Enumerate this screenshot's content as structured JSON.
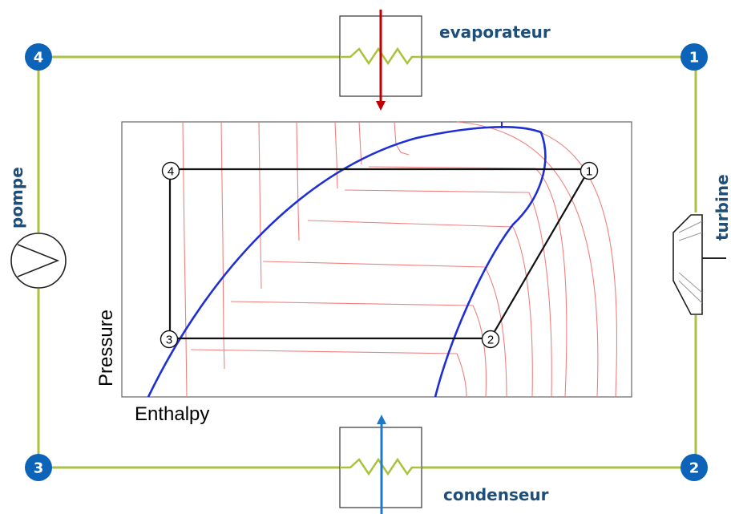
{
  "components": {
    "evaporator": "evaporateur",
    "condenser": "condenseur",
    "pump": "pompe",
    "turbine": "turbine"
  },
  "nodes": [
    "1",
    "2",
    "3",
    "4"
  ],
  "diagram": {
    "x_axis_label": "Enthalpy",
    "y_axis_label": "Pressure",
    "state_points": [
      "1",
      "2",
      "3",
      "4"
    ]
  },
  "colors": {
    "pipe": "#a9c23f",
    "node_fill": "#0d63b8",
    "label_text": "#1f4e79",
    "heat_in_arrow": "#c00000",
    "heat_out_arrow": "#1f78c8",
    "dome": "#1f2fd6",
    "isotherms": "#f08080",
    "cycle": "#111111"
  },
  "icons": {
    "pump": "pump-circle-icon",
    "turbine": "turbine-trapezoid-icon",
    "heat_exchanger": "zigzag-coil-icon"
  }
}
